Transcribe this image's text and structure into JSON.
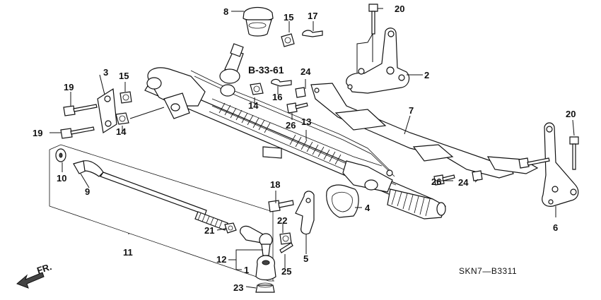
{
  "diagram": {
    "reference": "B-33-61",
    "drawing_code": "SKN7—B3311",
    "direction_label": "FR.",
    "callouts": [
      {
        "id": "c1",
        "text": "1"
      },
      {
        "id": "c2",
        "text": "2"
      },
      {
        "id": "c3",
        "text": "3"
      },
      {
        "id": "c4",
        "text": "4"
      },
      {
        "id": "c5",
        "text": "5"
      },
      {
        "id": "c6",
        "text": "6"
      },
      {
        "id": "c7",
        "text": "7"
      },
      {
        "id": "c8",
        "text": "8"
      },
      {
        "id": "c9",
        "text": "9"
      },
      {
        "id": "c10",
        "text": "10"
      },
      {
        "id": "c11",
        "text": "11"
      },
      {
        "id": "c12",
        "text": "12"
      },
      {
        "id": "c13",
        "text": "13"
      },
      {
        "id": "c14a",
        "text": "14"
      },
      {
        "id": "c14b",
        "text": "14"
      },
      {
        "id": "c15a",
        "text": "15"
      },
      {
        "id": "c15b",
        "text": "15"
      },
      {
        "id": "c16",
        "text": "16"
      },
      {
        "id": "c17",
        "text": "17"
      },
      {
        "id": "c18",
        "text": "18"
      },
      {
        "id": "c19a",
        "text": "19"
      },
      {
        "id": "c19b",
        "text": "19"
      },
      {
        "id": "c20a",
        "text": "20"
      },
      {
        "id": "c20b",
        "text": "20"
      },
      {
        "id": "c21",
        "text": "21"
      },
      {
        "id": "c22",
        "text": "22"
      },
      {
        "id": "c23",
        "text": "23"
      },
      {
        "id": "c24a",
        "text": "24"
      },
      {
        "id": "c24b",
        "text": "24"
      },
      {
        "id": "c25",
        "text": "25"
      },
      {
        "id": "c26a",
        "text": "26"
      },
      {
        "id": "c26b",
        "text": "26"
      }
    ]
  }
}
